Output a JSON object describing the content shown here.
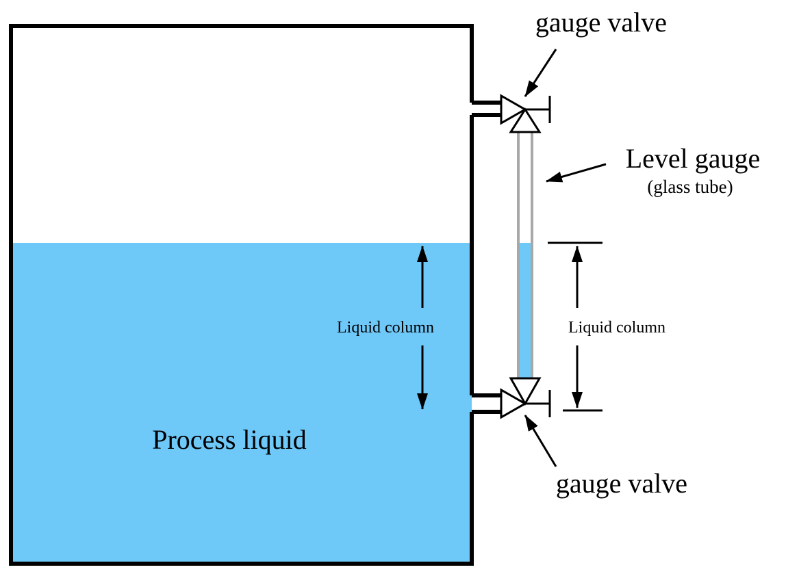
{
  "labels": {
    "gauge_valve_top": "gauge valve",
    "gauge_valve_bottom": "gauge valve",
    "level_gauge_title": "Level gauge",
    "level_gauge_subtitle": "(glass tube)",
    "liquid_column_tank": "Liquid column",
    "liquid_column_gauge": "Liquid column",
    "process_liquid": "Process liquid"
  },
  "colors": {
    "liquid": "#6EC8F8",
    "tube_glass": "#A8A8A8",
    "outline": "#000000",
    "background": "#FFFFFF"
  }
}
